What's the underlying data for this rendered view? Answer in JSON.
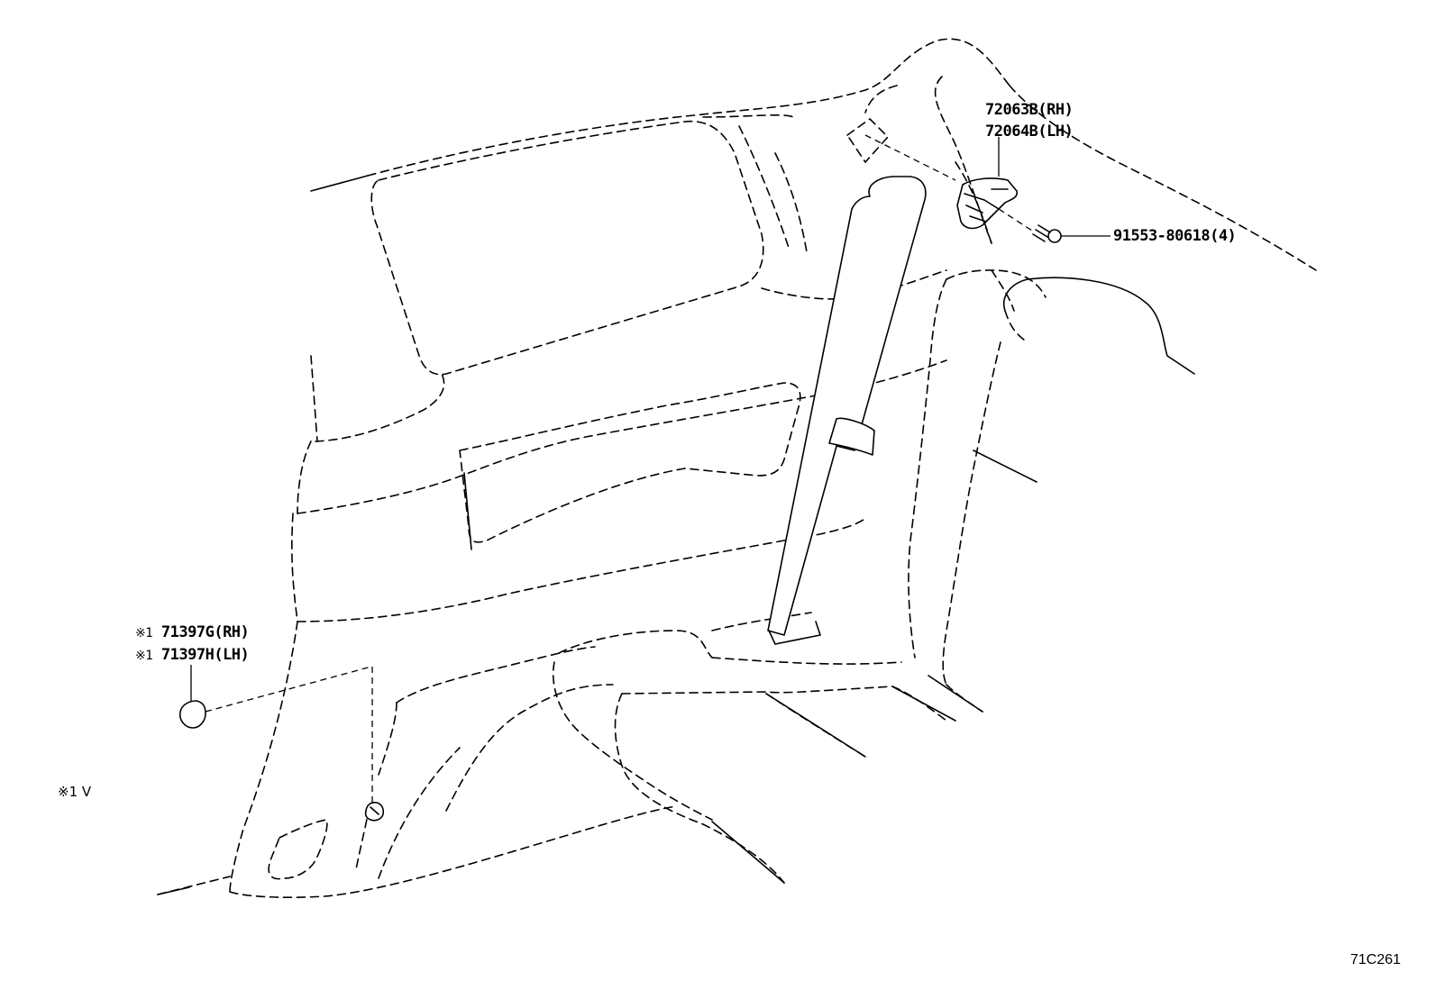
{
  "parts": [
    {
      "lines": [
        "72063B(RH)",
        "72064B(LH)"
      ]
    },
    {
      "lines": [
        "91553-80618(4)"
      ]
    },
    {
      "lines": [
        "71397G(RH)",
        "71397H(LH)"
      ],
      "prefix": "※1"
    }
  ],
  "footnote": "※1 V",
  "diagram_code": "71C261"
}
